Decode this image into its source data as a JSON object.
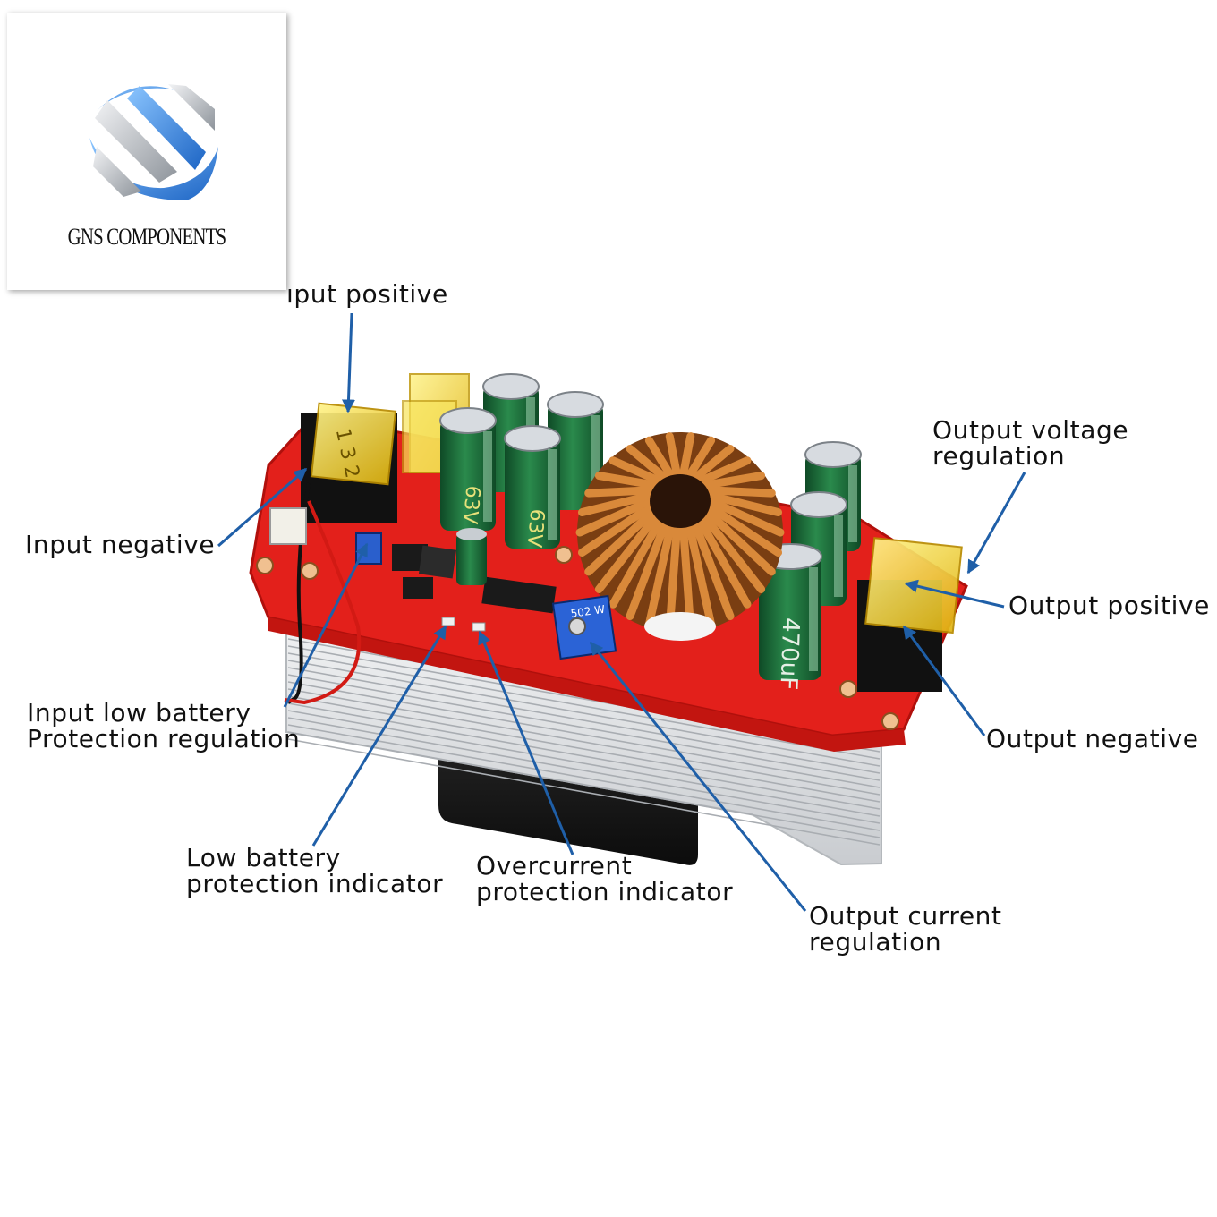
{
  "logo": {
    "brand_text": "GNS COMPONENTS",
    "colors": {
      "blue": "#2f7fd6",
      "silver": "#b9bec4"
    }
  },
  "callouts": {
    "input_positive": "ıput positive",
    "input_negative": "Input negative",
    "input_low_battery": [
      "Input low battery",
      "Protection regulation"
    ],
    "low_battery_indicator": [
      "Low battery",
      "protection indicator"
    ],
    "overcurrent_indicator": [
      "Overcurrent",
      "protection indicator"
    ],
    "output_current": [
      "Output current",
      "regulation"
    ],
    "output_voltage": [
      "Output voltage",
      "regulation"
    ],
    "output_positive": "Output positive",
    "output_negative": "Output negative"
  },
  "board": {
    "fuse_marking": "1 3 2",
    "capacitor_marking": "63V",
    "large_cap_marking": "470uF",
    "trimmer_marking": "502 W"
  },
  "colors": {
    "arrow": "#1f5fa8",
    "pcb": "#e3201b",
    "heatsink": "#d9dcdf",
    "capacitor": "#1e6b3a",
    "copper": "#c8742c",
    "fuse": "#f2d21a"
  }
}
